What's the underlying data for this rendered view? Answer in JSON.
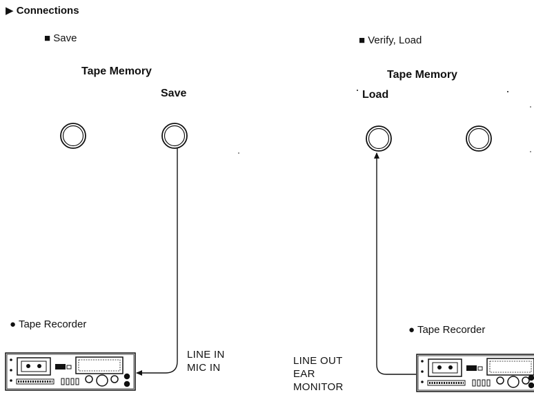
{
  "header": {
    "title": "Connections",
    "marker": "▶"
  },
  "left_panel": {
    "section_title": "Save",
    "section_marker": "■",
    "jack_group_label": "Tape Memory",
    "jack_label": "Save",
    "device_label": "Tape Recorder",
    "device_marker": "●",
    "port_lines": [
      "LINE IN",
      "MIC IN"
    ]
  },
  "right_panel": {
    "section_title": "Verify, Load",
    "section_marker": "■",
    "jack_group_label": "Tape Memory",
    "jack_label": "Load",
    "device_label": "Tape Recorder",
    "device_marker": "●",
    "port_lines": [
      "LINE OUT",
      "EAR",
      "MONITOR"
    ]
  },
  "colors": {
    "ink": "#111111",
    "background": "#ffffff"
  }
}
